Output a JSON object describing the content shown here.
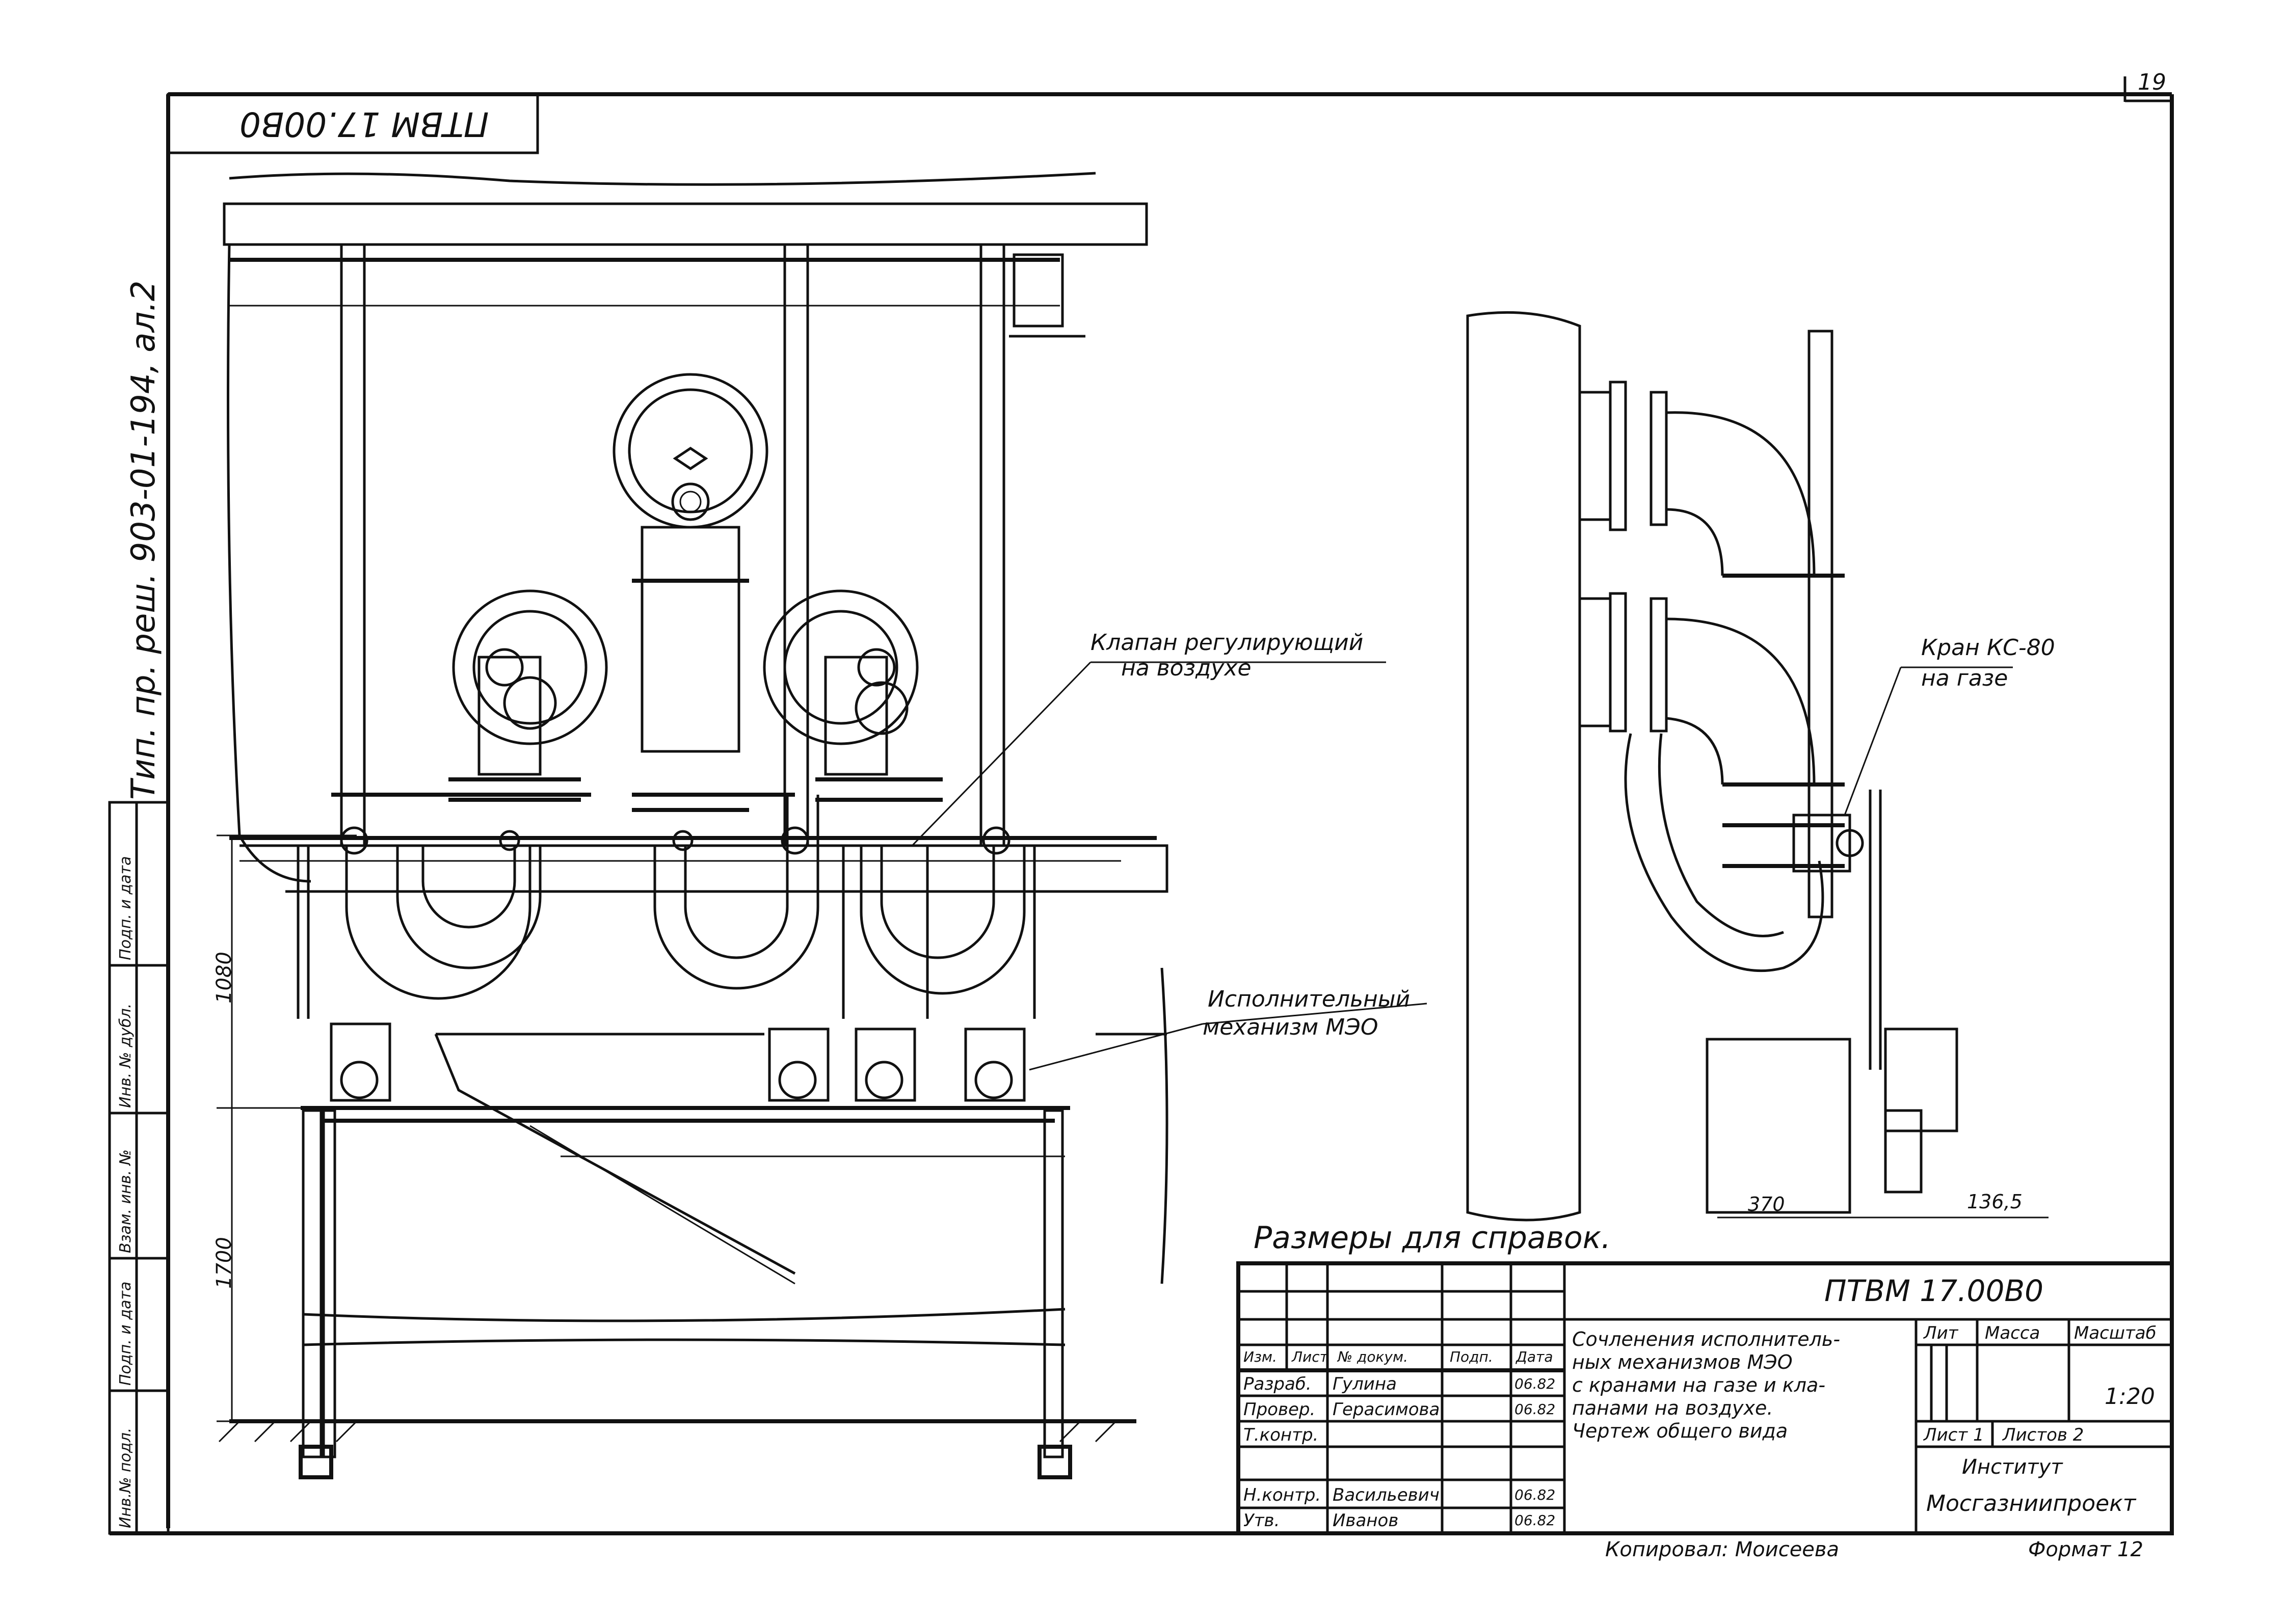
{
  "sheet": {
    "page_number": "19",
    "format": "Формат 12",
    "copied_by": "Копировал: Моисеева"
  },
  "corner_code": "ПТВМ 17.00В0",
  "side_text": "Тип. пр. реш. 903-01-194, ал.2",
  "side_stamp": [
    "Инв.№ подл.",
    "Подп. и дата",
    "Взам. инв. №",
    "Инв. № дубл.",
    "Подп. и дата"
  ],
  "callouts": {
    "air_valve_line1": "Клапан регулирующий",
    "air_valve_line2": "на воздухе",
    "actuator_line1": "Исполнительный",
    "actuator_line2": "механизм МЭО",
    "gas_valve_line1": "Кран КС-80",
    "gas_valve_line2": "на газе"
  },
  "dimensions": {
    "upper": "1080",
    "lower": "1700",
    "side_left": "370",
    "side_right": "136,5"
  },
  "note": "Размеры для справок.",
  "title_block": {
    "designation": "ПТВМ 17.00В0",
    "title_lines": [
      "Сочленения исполнитель-",
      "ных механизмов МЭО",
      "с кранами на газе и кла-",
      "панами на воздухе.",
      "Чертеж общего вида"
    ],
    "headers": {
      "izm": "Изм.",
      "list": "Лист",
      "doc": "№ докум.",
      "sign": "Подп.",
      "date": "Дата"
    },
    "rows": [
      {
        "role": "Разраб.",
        "name": "Гулина",
        "date": "06.82"
      },
      {
        "role": "Провер.",
        "name": "Герасимова",
        "date": "06.82"
      },
      {
        "role": "Т.контр.",
        "name": "",
        "date": ""
      },
      {
        "role": "Н.контр.",
        "name": "Васильевич",
        "date": "06.82"
      },
      {
        "role": "Утв.",
        "name": "Иванов",
        "date": "06.82"
      }
    ],
    "lit_label": "Лит",
    "mass_label": "Масса",
    "scale_label": "Масштаб",
    "scale_value": "1:20",
    "sheet_label": "Лист 1",
    "sheets_label": "Листов 2",
    "org_line1": "Институт",
    "org_line2": "Мосгазниипроект"
  }
}
